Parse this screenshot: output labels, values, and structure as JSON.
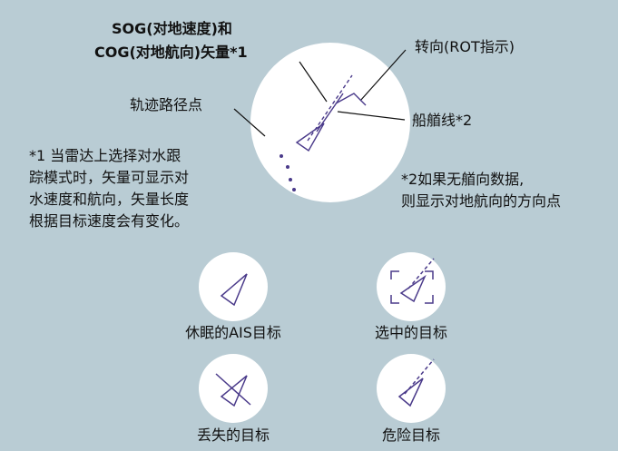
{
  "colors": {
    "background": "#b9ccd4",
    "circle": "#ffffff",
    "symbol": "#4a3a8a",
    "leader": "#111111"
  },
  "top_labels": {
    "sog_line1": "SOG(对地速度)和",
    "sog_line2": "COG(对地航向)矢量*1",
    "rot": "转向(ROT指示)",
    "track": "轨迹路径点",
    "heading": "船艏线*2"
  },
  "note1": {
    "lines": [
      "*1 当雷达上选择对水跟",
      "踪模式时，矢量可显示对",
      "水速度和航向，矢量长度",
      "根据目标速度会有变化。"
    ]
  },
  "note2": {
    "lines": [
      "*2如果无艏向数据,",
      "则显示对地航向的方向点"
    ]
  },
  "symbols": {
    "sleeping": "休眠的AIS目标",
    "selected": "选中的目标",
    "lost": "丢失的目标",
    "dangerous": "危险目标"
  }
}
